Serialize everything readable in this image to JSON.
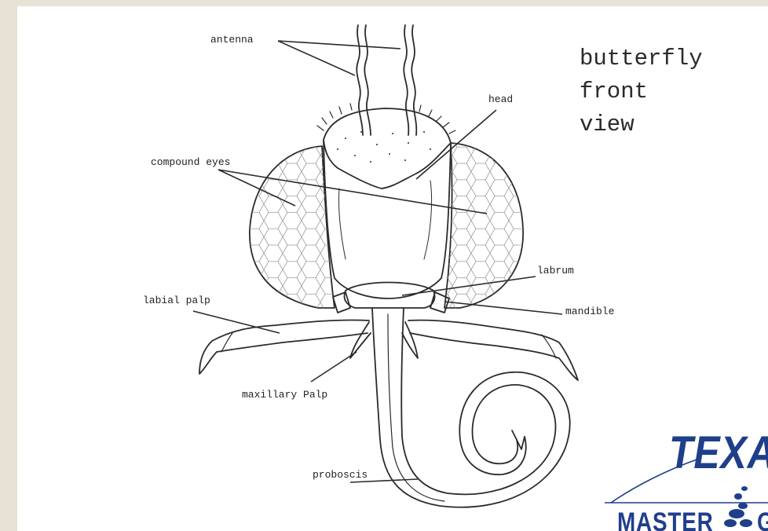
{
  "title": {
    "line1": "butterfly",
    "line2": "front",
    "line3": "view"
  },
  "labels": {
    "antenna": "antenna",
    "head": "head",
    "compound_eyes": "compound eyes",
    "labrum": "labrum",
    "labial_palp": "labial palp",
    "mandible": "mandible",
    "maxillary_palp": "maxillary Palp",
    "proboscis": "proboscis"
  },
  "logo": {
    "top_text": "TEXA",
    "bottom_text_left": "MASTER",
    "bottom_text_right": "GA",
    "color": "#1f3f8a"
  },
  "colors": {
    "ink": "#2b2b2b",
    "background": "#e8e1d6",
    "paper": "#ffffff"
  }
}
